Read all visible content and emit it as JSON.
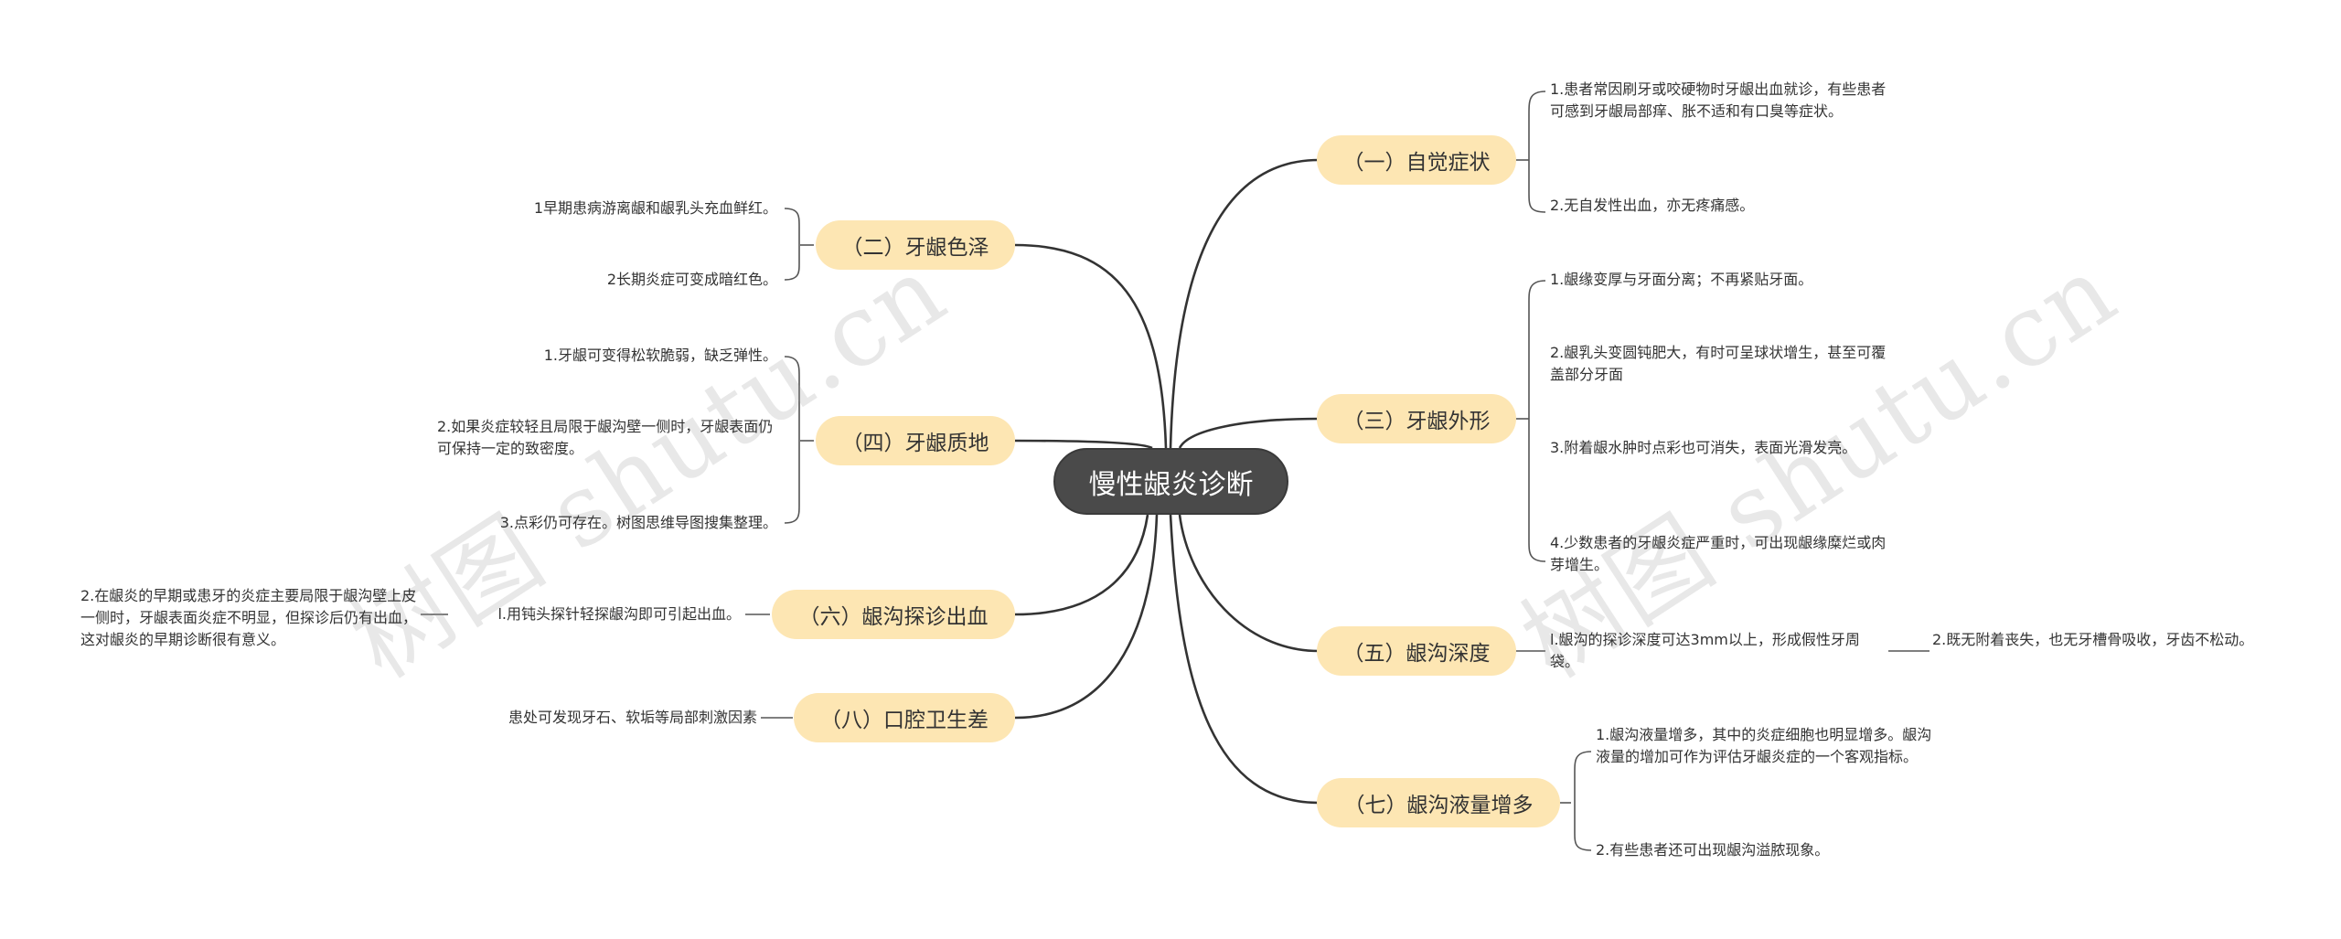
{
  "root": {
    "title": "慢性龈炎诊断"
  },
  "watermarks": [
    "树图 shutu.cn",
    "树图 shutu.cn"
  ],
  "branches": {
    "b1": {
      "label": "（一）自觉症状",
      "items": [
        "1.患者常因刷牙或咬硬物时牙龈出血就诊，有些患者可感到牙龈局部痒、胀不适和有口臭等症状。",
        "2.无自发性出血，亦无疼痛感。"
      ]
    },
    "b2": {
      "label": "（二）牙龈色泽",
      "items": [
        "1早期患病游离龈和龈乳头充血鲜红。",
        "2长期炎症可变成暗红色。"
      ]
    },
    "b3": {
      "label": "（三）牙龈外形",
      "items": [
        "1.龈缘变厚与牙面分离；不再紧贴牙面。",
        "2.龈乳头变圆钝肥大，有时可呈球状增生，甚至可覆盖部分牙面",
        "3.附着龈水肿时点彩也可消失，表面光滑发亮。",
        "4.少数患者的牙龈炎症严重时，可出现龈缘糜烂或肉芽增生。"
      ]
    },
    "b4": {
      "label": "（四）牙龈质地",
      "items": [
        "1.牙龈可变得松软脆弱，缺乏弹性。",
        "2.如果炎症较轻且局限于龈沟壁一侧时，牙龈表面仍可保持一定的致密度。",
        "3.点彩仍可存在。树图思维导图搜集整理。"
      ]
    },
    "b5": {
      "label": "（五）龈沟深度",
      "items": [
        "l.龈沟的探诊深度可达3mm以上，形成假性牙周袋。"
      ],
      "sub": "2.既无附着丧失，也无牙槽骨吸收，牙齿不松动。"
    },
    "b6": {
      "label": "（六）龈沟探诊出血",
      "items": [
        "l.用钝头探针轻探龈沟即可引起出血。"
      ],
      "sub": "2.在龈炎的早期或患牙的炎症主要局限于龈沟壁上皮一侧时，牙龈表面炎症不明显，但探诊后仍有出血，这对龈炎的早期诊断很有意义。"
    },
    "b7": {
      "label": "（七）龈沟液量增多",
      "items": [
        "1.龈沟液量增多，其中的炎症细胞也明显增多。龈沟液量的增加可作为评估牙龈炎症的一个客观指标。",
        "2.有些患者还可出现龈沟溢脓现象。"
      ]
    },
    "b8": {
      "label": "（八）口腔卫生差",
      "items": [
        "患处可发现牙石、软垢等局部刺激因素"
      ]
    }
  },
  "colors": {
    "root_bg": "#4a4a4a",
    "branch_bg": "#fde6b3",
    "line": "#333333",
    "leaf_line": "#555555"
  }
}
